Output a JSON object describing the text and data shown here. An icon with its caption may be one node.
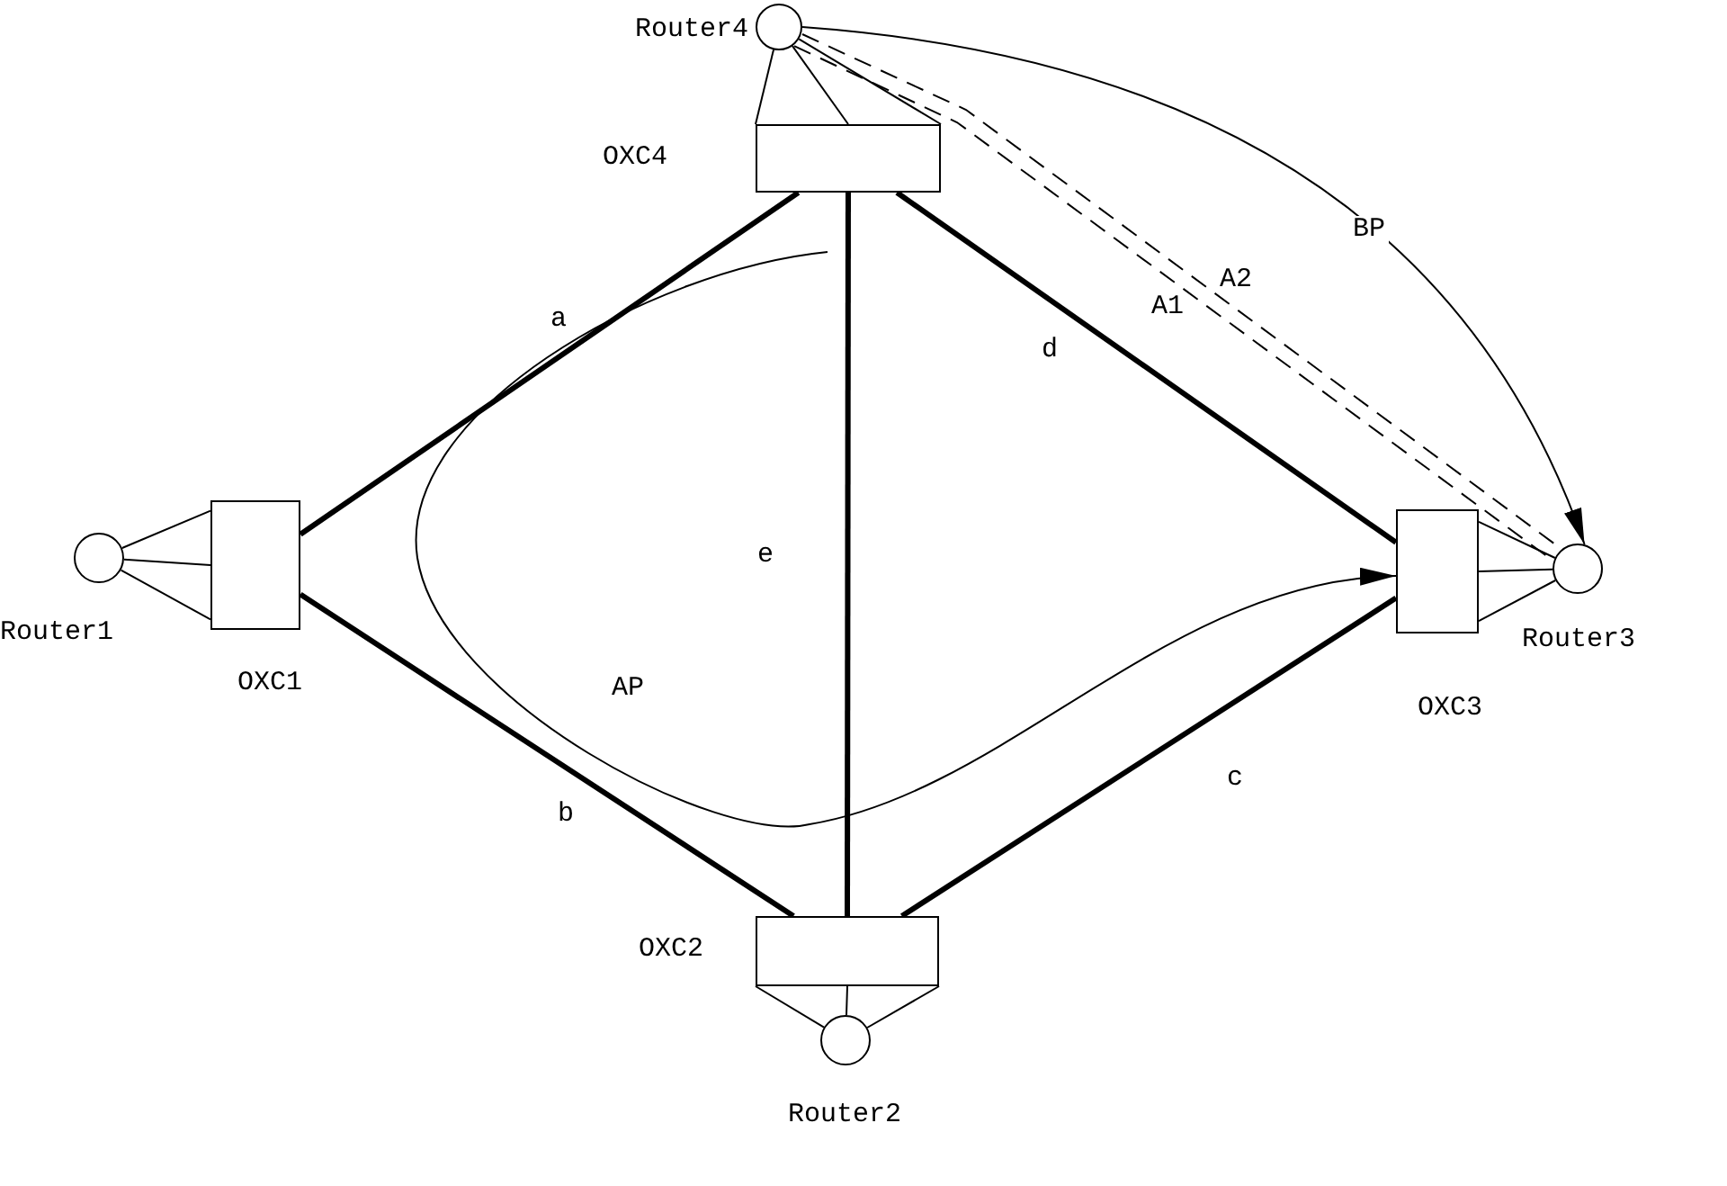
{
  "diagram": {
    "nodes": [
      {
        "text": [],
        "shape": "circle",
        "beside": [
          "Router4"
        ]
      },
      {
        "text": [],
        "shape": "box",
        "beside": [
          "OXC4"
        ]
      },
      {
        "text": [],
        "shape": "circle",
        "beside": [
          "Router1"
        ]
      },
      {
        "text": [],
        "shape": "box",
        "beside": [
          "OXC1"
        ]
      },
      {
        "text": [],
        "shape": "circle",
        "beside": [
          "Router3"
        ]
      },
      {
        "text": [],
        "shape": "box",
        "beside": [
          "OXC3"
        ]
      },
      {
        "text": [],
        "shape": "box",
        "beside": [
          "OXC2"
        ]
      },
      {
        "text": [],
        "shape": "circle",
        "beside": [
          "Router2"
        ]
      }
    ],
    "edges": [
      {
        "from": 1,
        "to": 3,
        "arrow": "none",
        "label": "a",
        "style": "thick"
      },
      {
        "from": 3,
        "to": 6,
        "arrow": "none",
        "label": "b",
        "style": "thick"
      },
      {
        "from": 5,
        "to": 6,
        "arrow": "none",
        "label": "c",
        "style": "thick"
      },
      {
        "from": 1,
        "to": 5,
        "arrow": "none",
        "label": "d",
        "style": "thick"
      },
      {
        "from": 1,
        "to": 6,
        "arrow": "none",
        "label": "e",
        "style": "thick"
      },
      {
        "from": 0,
        "to": 1,
        "arrow": "none"
      },
      {
        "from": 0,
        "to": 1,
        "arrow": "none"
      },
      {
        "from": 0,
        "to": 1,
        "arrow": "none"
      },
      {
        "from": 2,
        "to": 3,
        "arrow": "none"
      },
      {
        "from": 2,
        "to": 3,
        "arrow": "none"
      },
      {
        "from": 2,
        "to": 3,
        "arrow": "none"
      },
      {
        "from": 4,
        "to": 5,
        "arrow": "none"
      },
      {
        "from": 4,
        "to": 5,
        "arrow": "none"
      },
      {
        "from": 4,
        "to": 5,
        "arrow": "none"
      },
      {
        "from": 7,
        "to": 6,
        "arrow": "none"
      },
      {
        "from": 7,
        "to": 6,
        "arrow": "none"
      },
      {
        "from": 7,
        "to": 6,
        "arrow": "none"
      },
      {
        "from": 0,
        "to": 4,
        "arrow": "none",
        "label": "A1",
        "style": "dashed"
      },
      {
        "from": 0,
        "to": 4,
        "arrow": "none",
        "label": "A2",
        "style": "dashed"
      },
      {
        "from": 0,
        "to": 4,
        "arrow": "to",
        "label": "BP"
      },
      {
        "from": null,
        "to": 5,
        "arrow": "to",
        "label": "AP"
      }
    ]
  }
}
